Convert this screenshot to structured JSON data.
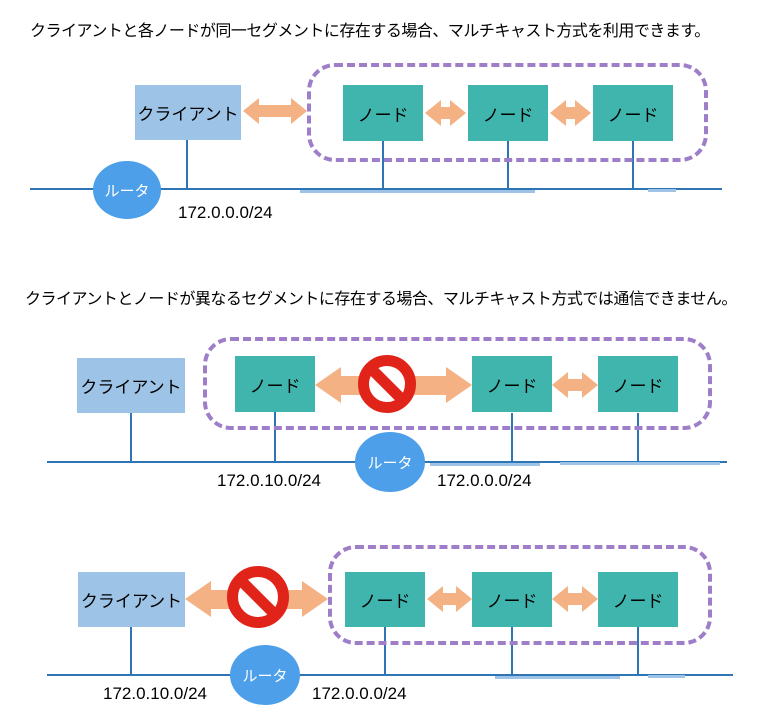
{
  "diagram1": {
    "title": "クライアントと各ノードが同一セグメントに存在する場合、マルチキャスト方式を利用できます。",
    "client": "クライアント",
    "nodes": [
      "ノード",
      "ノード",
      "ノード"
    ],
    "router": "ルータ",
    "segment": "172.0.0.0/24"
  },
  "diagram2": {
    "title": "クライアントとノードが異なるセグメントに存在する場合、マルチキャスト方式では通信できません。",
    "client": "クライアント",
    "nodes": [
      "ノード",
      "ノード",
      "ノード"
    ],
    "router": "ルータ",
    "segment_left": "172.0.10.0/24",
    "segment_right": "172.0.0.0/24"
  },
  "diagram3": {
    "client": "クライアント",
    "nodes": [
      "ノード",
      "ノード",
      "ノード"
    ],
    "router": "ルータ",
    "segment_left": "172.0.10.0/24",
    "segment_right": "172.0.0.0/24"
  },
  "icons": {
    "double_arrow": "double-arrow-icon (orange bidirectional arrow)",
    "no_entry": "no-entry-icon (red prohibition circle with diagonal bar)"
  },
  "colors": {
    "client_fill": "#9DC3E6",
    "node_fill": "#3FB5AD",
    "arrow": "#F4B183",
    "group_border": "#9E7EC8",
    "router_fill": "#4C9FE8",
    "segment_line": "#2E75B6",
    "segment_line_light": "#9DC3E6",
    "prohibited": "#E0241A"
  }
}
